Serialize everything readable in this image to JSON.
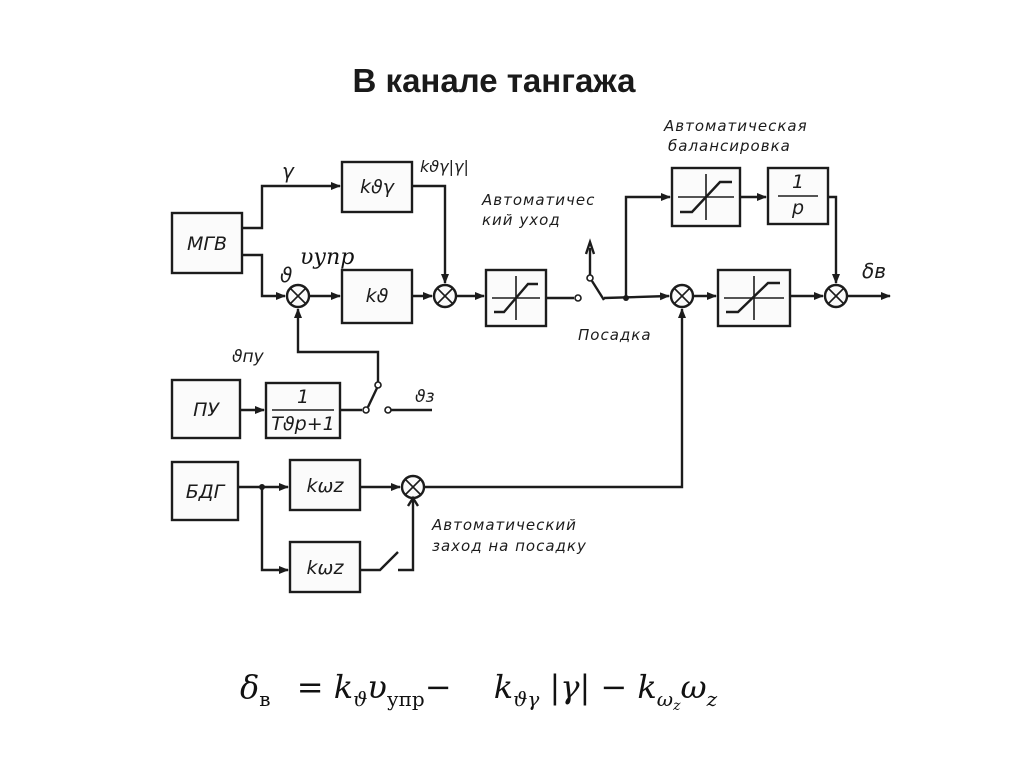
{
  "title": "В канале тангажа",
  "blocks": {
    "mgv": "МГВ",
    "pu": "ПУ",
    "bdg": "БДГ",
    "k_theta_gamma": "kϑγ",
    "k_theta": "kϑ",
    "k_omega_z_1": "kωz",
    "k_omega_z_2": "kωz",
    "filter_num": "1",
    "filter_den": "Tϑp+1",
    "integrator_num": "1",
    "integrator_den": "p"
  },
  "signals": {
    "gamma": "γ",
    "theta": "ϑ",
    "theta_pu": "ϑпу",
    "theta_z": "ϑз",
    "k_abs_gamma": "kϑγ|γ|",
    "v_upr": "υупр",
    "delta_v": "δв"
  },
  "annotations": {
    "auto_balance_1": "Автоматическая",
    "auto_balance_2": "балансировка",
    "auto_go_1": "Автоматичес",
    "auto_go_2": "кий уход",
    "landing": "Посадка",
    "auto_approach_1": "Автоматический",
    "auto_approach_2": "заход на посадку"
  },
  "formula": {
    "delta": "δ",
    "delta_sub": "в",
    "eq": "=",
    "k1": "k",
    "k1_sub": "ϑ",
    "v": "υ",
    "v_sub": "упр",
    "minus1": "−",
    "k2": "k",
    "k2_sub": "ϑγ",
    "abs_gamma": "|γ|",
    "minus2": "−",
    "k3": "k",
    "k3_sub": "ω",
    "k3_subsub": "z",
    "omega": "ω",
    "omega_sub": "z"
  }
}
